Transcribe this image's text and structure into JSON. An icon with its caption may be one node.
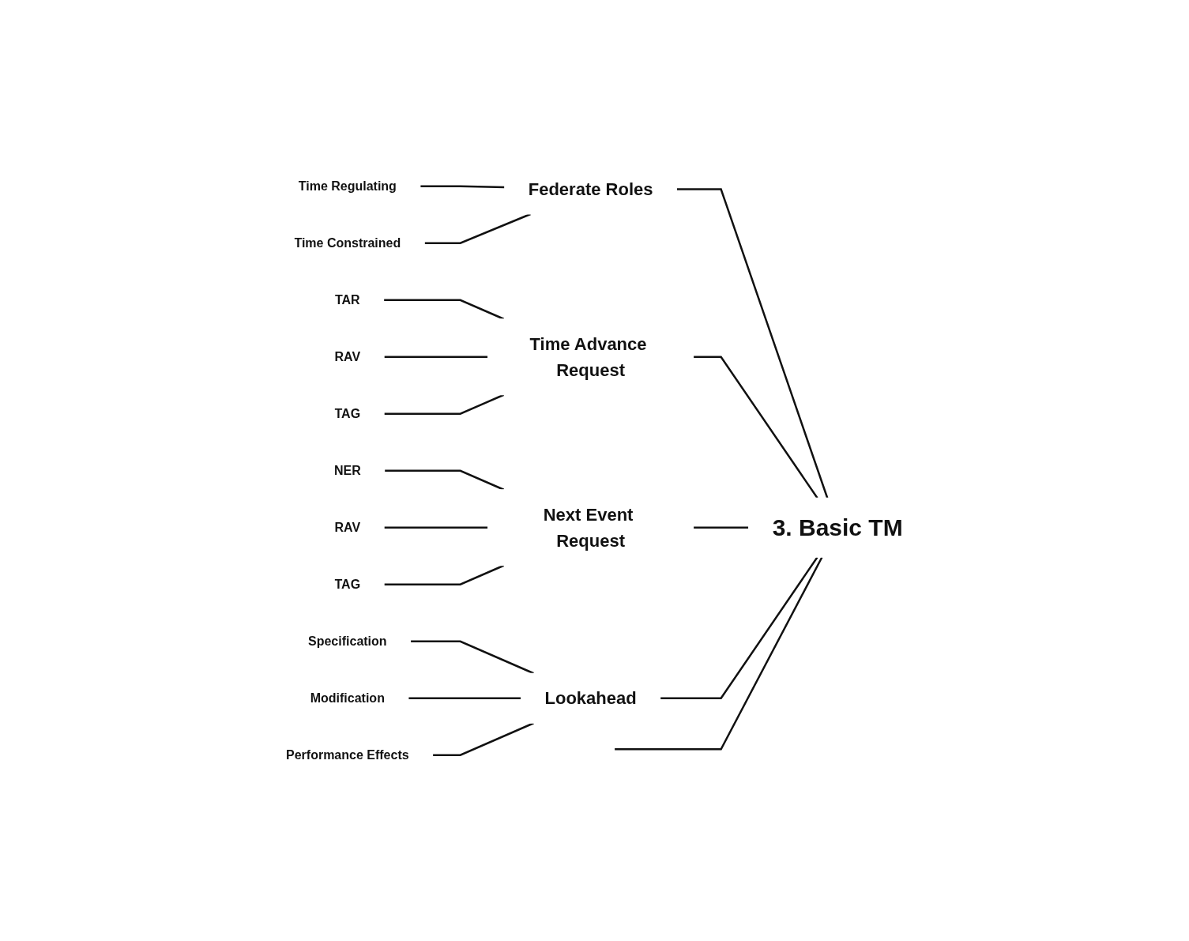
{
  "diagram": {
    "nodes": [
      {
        "text": [
          "3. Basic TM"
        ]
      },
      {
        "text": [
          "Federate Roles"
        ]
      },
      {
        "text": [
          "Time Regulating"
        ]
      },
      {
        "text": [
          "Time Constrained"
        ]
      },
      {
        "text": [
          "Time Advance Request"
        ]
      },
      {
        "text": [
          "TAR"
        ]
      },
      {
        "text": [
          "RAV"
        ]
      },
      {
        "text": [
          "TAG"
        ]
      },
      {
        "text": [
          "Next Event Request"
        ]
      },
      {
        "text": [
          "NER"
        ]
      },
      {
        "text": [
          "RAV"
        ]
      },
      {
        "text": [
          "TAG"
        ]
      },
      {
        "text": [
          "Lookahead"
        ]
      },
      {
        "text": [
          "Specification"
        ]
      },
      {
        "text": [
          "Modification"
        ]
      },
      {
        "text": [
          "Performance Effects"
        ]
      }
    ],
    "edges": [
      {
        "from": 0,
        "to": null,
        "arrow": "none"
      },
      {
        "from": 0,
        "to": 1,
        "arrow": "none"
      },
      {
        "from": 0,
        "to": 4,
        "arrow": "none"
      },
      {
        "from": 0,
        "to": 8,
        "arrow": "none"
      },
      {
        "from": 0,
        "to": 12,
        "arrow": "none"
      },
      {
        "from": 1,
        "to": 2,
        "arrow": "none"
      },
      {
        "from": 1,
        "to": 3,
        "arrow": "none"
      },
      {
        "from": 4,
        "to": 5,
        "arrow": "none"
      },
      {
        "from": 4,
        "to": 6,
        "arrow": "none"
      },
      {
        "from": 4,
        "to": 7,
        "arrow": "none"
      },
      {
        "from": 8,
        "to": 9,
        "arrow": "none"
      },
      {
        "from": 8,
        "to": 10,
        "arrow": "none"
      },
      {
        "from": 8,
        "to": 11,
        "arrow": "none"
      },
      {
        "from": 12,
        "to": 13,
        "arrow": "none"
      },
      {
        "from": 12,
        "to": 14,
        "arrow": "none"
      },
      {
        "from": 12,
        "to": 15,
        "arrow": "none"
      }
    ]
  }
}
